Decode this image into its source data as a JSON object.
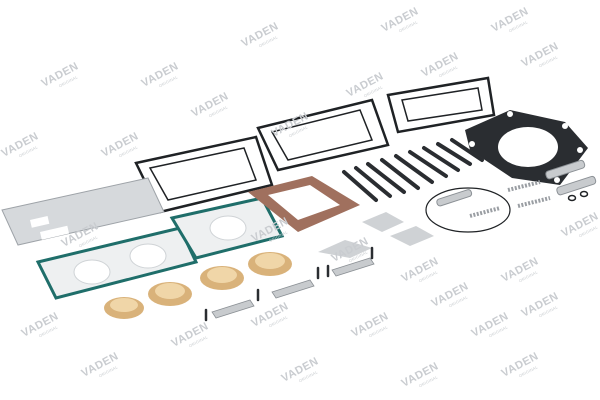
{
  "image": {
    "description": "Product photo of air compressor repair kit parts: gaskets, valve plate, brass valves, bolts, springs, pistons, clips",
    "watermark": {
      "text": "VADEN",
      "subtext": "ORIGINAL"
    },
    "colors": {
      "background": "#ffffff",
      "gasket_black": "#1f2225",
      "gasket_teal": "#1f6e6a",
      "gasket_brown": "#a0705e",
      "plate_silver": "#d6d9dc",
      "brass": "#d9b27a",
      "bolt_dark": "#2a2d31",
      "watermark": "#c9ccd0"
    }
  }
}
